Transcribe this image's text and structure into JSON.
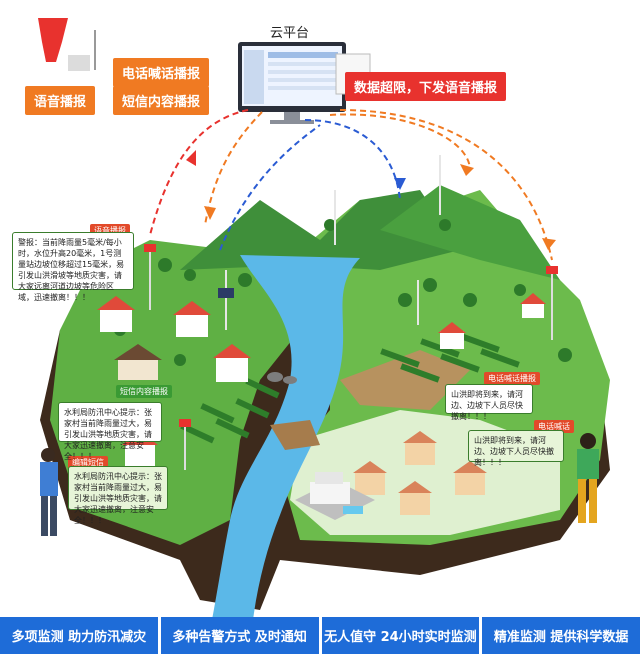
{
  "cloud_label": "云平台",
  "tags": {
    "phone_call": "电话喊话播报",
    "voice": "语音播报",
    "sms": "短信内容播报",
    "over_limit": "数据超限，下发语音播报"
  },
  "mini_tags": {
    "voice": "语音播报",
    "sms_content": "短信内容播报",
    "sms": "编辑短信",
    "phone": "电话喊话",
    "phone2": "电话喊话播报"
  },
  "bubbles": {
    "warning": "警报：当前降雨量5毫米/每小时，水位升高20毫米，1号测量站边坡位移超过15毫米，易引发山洪滑坡等地质灾害，请大家远离河道边坡等危险区域，迅速撤离！！！",
    "sms1": "水利局防汛中心提示：张家村当前降雨量过大，易引发山洪等地质灾害，请大家迅速撤离，注意安全！！！",
    "sms2": "水利局防汛中心提示：张家村当前降雨量过大，易引发山洪等地质灾害，请大家迅速撤离，注意安全！！！",
    "phone1": "山洪即将到来，请河边、边坡下人员尽快撤离！！！",
    "phone2": "山洪即将到来，请河边、边坡下人员尽快撤离！！！"
  },
  "bottom_bar": [
    "多项监测 助力防汛减灾",
    "多种告警方式 及时通知",
    "无人值守 24小时实时监测",
    "精准监测 提供科学数据"
  ],
  "colors": {
    "orange": "#f07a22",
    "red": "#e8322e",
    "blue_bar": "#1e6cd8",
    "grass": "#5fb044",
    "river": "#5bb8e8"
  }
}
